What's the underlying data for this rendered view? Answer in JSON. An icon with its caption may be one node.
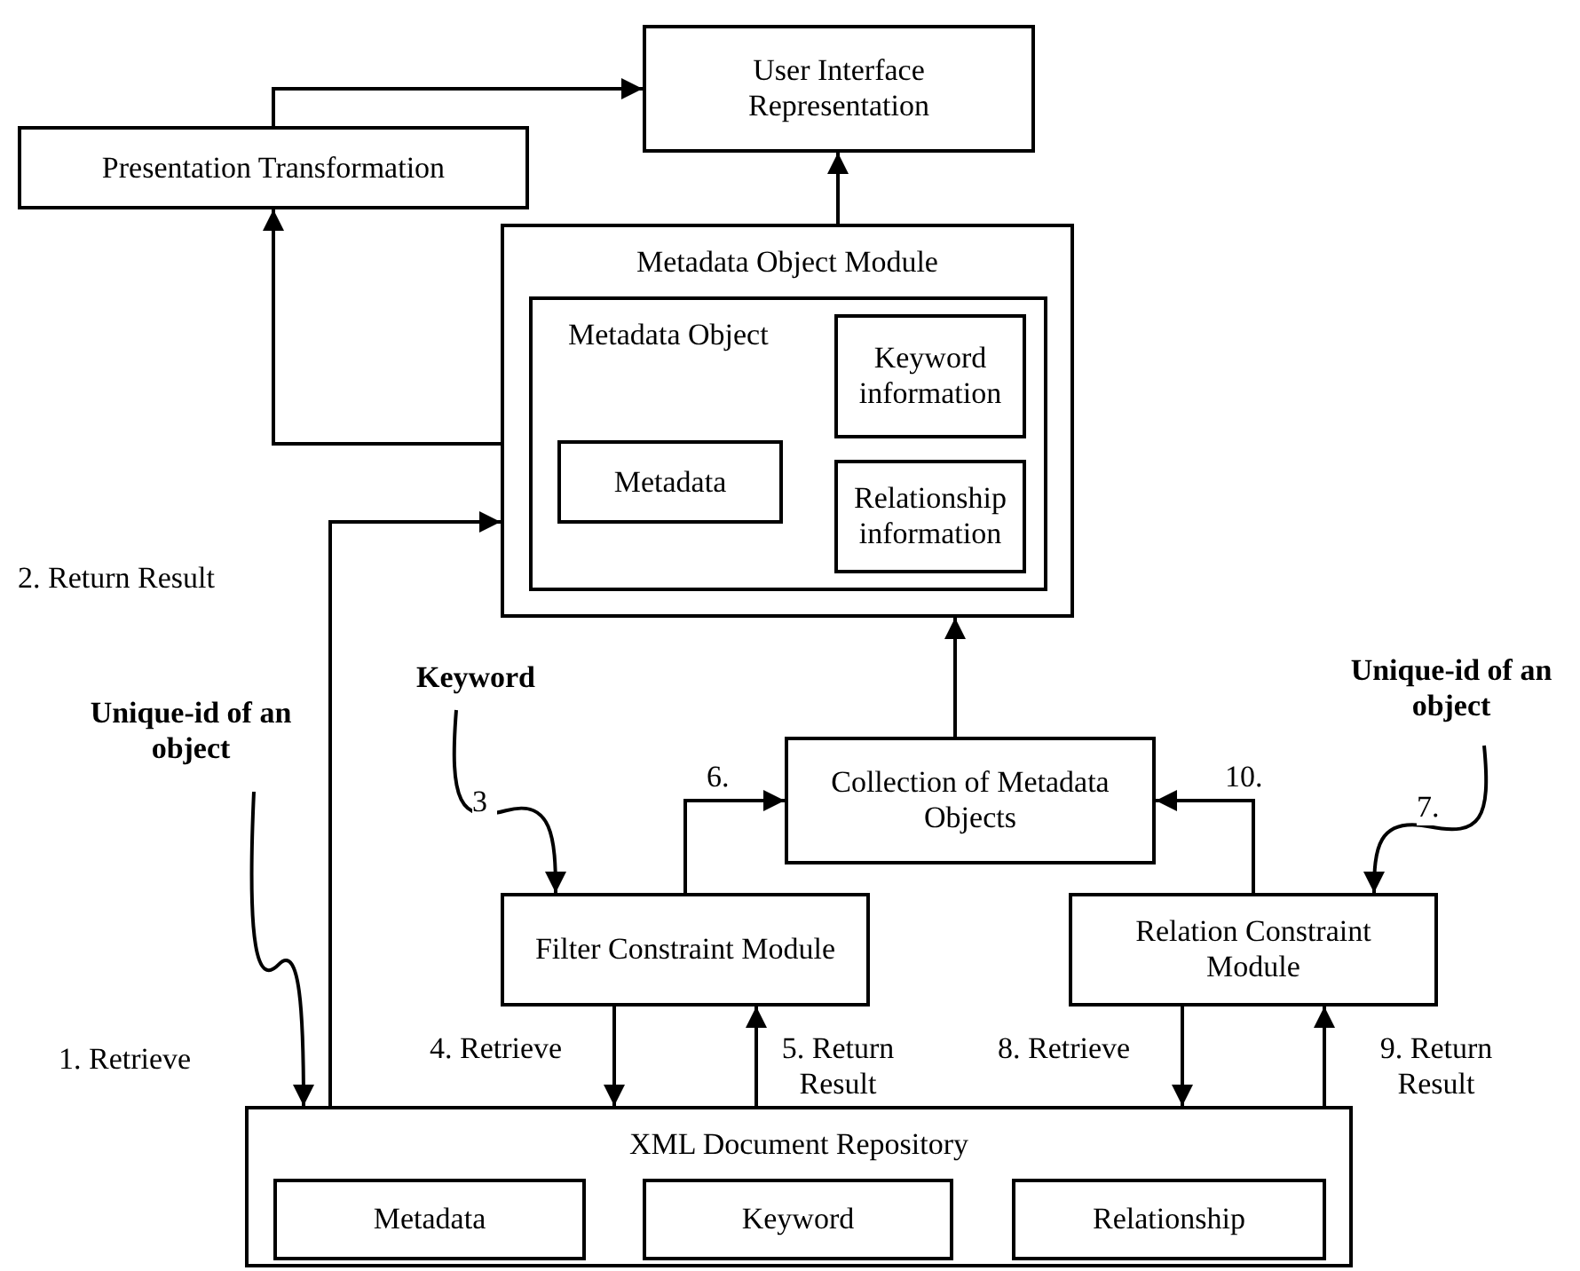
{
  "diagram": {
    "nodes": [
      {
        "text": [
          "User Interface Representation"
        ]
      },
      {
        "text": [
          "Presentation Transformation"
        ]
      },
      {
        "text": [
          "Metadata Object Module"
        ]
      },
      {
        "text": [
          "Metadata Object"
        ],
        "in": 2
      },
      {
        "text": [
          "Keyword information"
        ],
        "in": 3
      },
      {
        "text": [
          "Metadata"
        ],
        "in": 3
      },
      {
        "text": [
          "Relationship information"
        ],
        "in": 3
      },
      {
        "text": [
          "Keyword"
        ]
      },
      {
        "text": [
          "Unique-id of an object"
        ]
      },
      {
        "text": [
          "Collection of Metadata Objects"
        ]
      },
      {
        "text": [
          "Unique-id of an object"
        ]
      },
      {
        "text": [
          "Filter Constraint Module"
        ]
      },
      {
        "text": [
          "Relation Constraint Module"
        ]
      },
      {
        "text": [
          "XML Document Repository"
        ]
      },
      {
        "text": [
          "Metadata"
        ],
        "in": 13
      },
      {
        "text": [
          "Keyword"
        ],
        "in": 13
      },
      {
        "text": [
          "Relationship"
        ],
        "in": 13
      }
    ],
    "edges": [
      {
        "from": 13,
        "to": 2,
        "arrow": "to",
        "label": "2. Return Result"
      },
      {
        "from": 2,
        "to": 1,
        "arrow": "to"
      },
      {
        "from": 1,
        "to": 0,
        "arrow": "to"
      },
      {
        "from": 2,
        "to": 0,
        "arrow": "to"
      },
      {
        "from": 9,
        "to": 2,
        "arrow": "to"
      },
      {
        "from": 11,
        "to": 9,
        "arrow": "to",
        "label": "6."
      },
      {
        "from": 12,
        "to": 9,
        "arrow": "to",
        "label": "10."
      },
      {
        "from": 7,
        "to": 11,
        "arrow": "to",
        "label": "3"
      },
      {
        "from": 8,
        "to": 12,
        "arrow": "to",
        "label": "7."
      },
      {
        "from": 10,
        "to": 13,
        "arrow": "to",
        "label": "1. Retrieve"
      },
      {
        "from": 11,
        "to": 13,
        "arrow": "to",
        "label": "4. Retrieve"
      },
      {
        "from": 13,
        "to": 11,
        "arrow": "to",
        "label": "5. Return Result"
      },
      {
        "from": 12,
        "to": 13,
        "arrow": "to",
        "label": "8. Retrieve"
      },
      {
        "from": 13,
        "to": 12,
        "arrow": "to",
        "label": "9. Return Result"
      }
    ]
  }
}
